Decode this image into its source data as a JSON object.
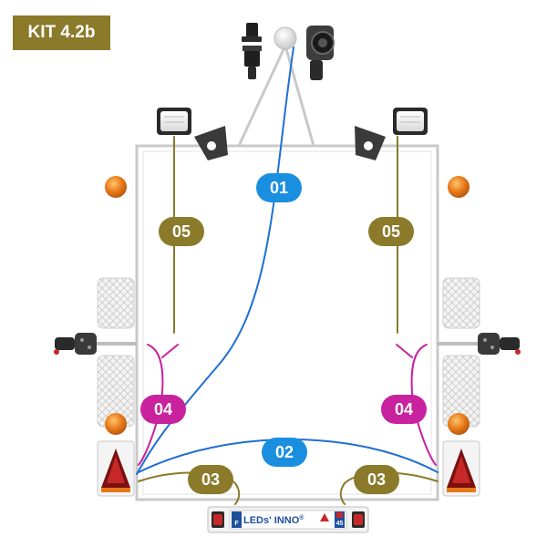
{
  "kit": {
    "label": "KIT 4.2b"
  },
  "colors": {
    "blue_cable": "#1f6fd1",
    "olive_cable": "#8a7a2a",
    "magenta_cable": "#c8229e",
    "label_blue": "#1a8fe0",
    "frame": "#c9c9c9",
    "amber": "#e8791a"
  },
  "cable_labels": {
    "c01": "01",
    "c02": "02",
    "c03_left": "03",
    "c03_right": "03",
    "c04_left": "04",
    "c04_right": "04",
    "c05_left": "05",
    "c05_right": "05"
  },
  "plate": {
    "brand": "LEDs' INNO",
    "registered": "®",
    "country_code": "F",
    "dept": "45"
  }
}
